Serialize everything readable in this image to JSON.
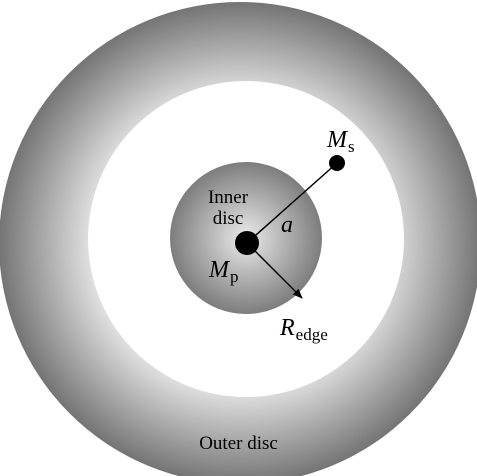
{
  "labels": {
    "inner_disc_line1": "Inner",
    "inner_disc_line2": "disc",
    "outer_disc": "Outer disc",
    "secondary_mass_symbol": "M",
    "secondary_mass_subscript": "s",
    "separation": "a",
    "primary_mass_symbol": "M",
    "primary_mass_subscript": "p",
    "edge_radius_symbol": "R",
    "edge_radius_subscript": "edge"
  },
  "colors": {
    "disc_light": "#e6e6e6",
    "disc_dark": "#737373",
    "gap": "#ffffff",
    "objects": "#000000"
  }
}
